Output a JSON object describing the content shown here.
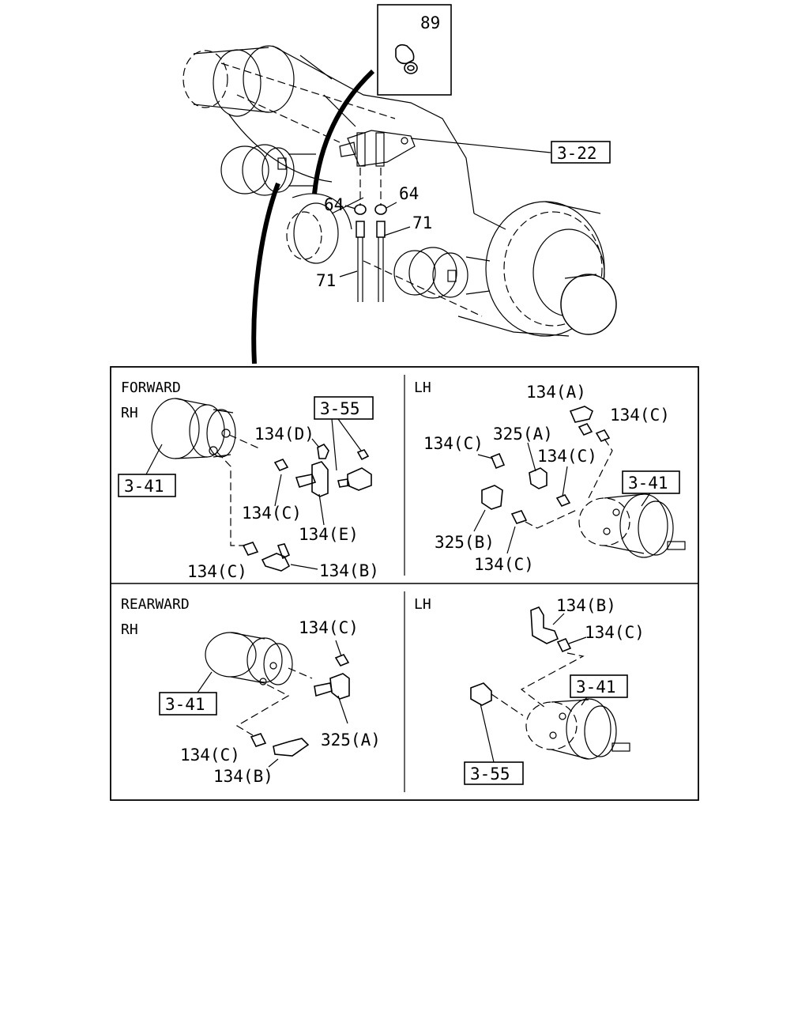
{
  "inset": {
    "number": "89"
  },
  "axle_labels": {
    "ref_322": "3-22",
    "n64_left": "64",
    "n64_right": "64",
    "n71_upper": "71",
    "n71_lower": "71"
  },
  "panels": {
    "forward_rh": {
      "heading": "FORWARD",
      "side": "RH",
      "ref_341": "3-41",
      "ref_355": "3-55",
      "l_134d": "134(D)",
      "l_134c_a": "134(C)",
      "l_134e": "134(E)",
      "l_134c_b": "134(C)",
      "l_134b": "134(B)"
    },
    "forward_lh": {
      "side": "LH",
      "l_134a": "134(A)",
      "l_134c_1": "134(C)",
      "l_134c_2": "134(C)",
      "l_325a": "325(A)",
      "l_134c_3": "134(C)",
      "ref_341": "3-41",
      "l_325b": "325(B)",
      "l_134c_4": "134(C)"
    },
    "rearward_rh": {
      "heading": "REARWARD",
      "side": "RH",
      "l_134c_top": "134(C)",
      "ref_341": "3-41",
      "l_325a": "325(A)",
      "l_134c_bot": "134(C)",
      "l_134b": "134(B)"
    },
    "rearward_lh": {
      "side": "LH",
      "l_134b": "134(B)",
      "l_134c": "134(C)",
      "ref_341": "3-41",
      "ref_355": "3-55"
    }
  }
}
